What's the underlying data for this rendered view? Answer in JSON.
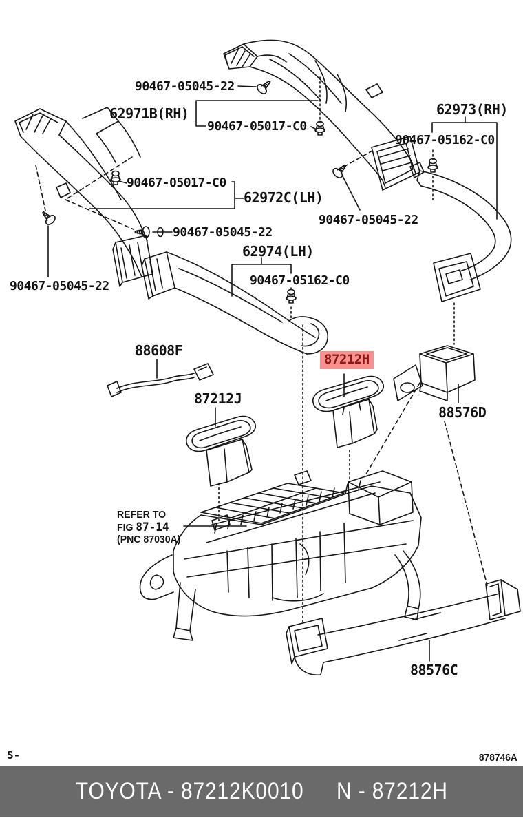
{
  "diagram": {
    "callouts": {
      "screw_top": "90467-05045-22",
      "duct_front_rh": "62971B(RH)",
      "clip_top": "90467-05017-C0",
      "duct_side_rh": "62973(RH)",
      "clip_right": "90467-05162-C0",
      "clip_left": "90467-05017-C0",
      "duct_front_lh": "62972C(LH)",
      "screw_center_left": "90467-05045-22",
      "screw_center_right": "90467-05045-22",
      "duct_center_lh": "62974(LH)",
      "clip_center": "90467-05162-C0",
      "screw_far_left": "90467-05045-22",
      "wire_harness": "88608F",
      "register_highlighted": "87212H",
      "register_left": "87212J",
      "duct_rear_upper": "88576D",
      "duct_rear_lower": "88576C"
    },
    "note": {
      "line1": "REFER TO",
      "line2_prefix": "FIG ",
      "line2_fig": "87-14",
      "line3": "(PNC 87030A)"
    },
    "corner": {
      "left_code": "S-",
      "doc_code": "878746A"
    }
  },
  "footer": {
    "brand_part": "TOYOTA - 87212K0010",
    "ref_part": "N - 87212H"
  },
  "colors": {
    "line": "#161616",
    "highlight_bg": "#f8918d",
    "highlight_text": "#8b1717",
    "footer_bg": "#6a6a6a",
    "footer_text": "#ffffff"
  }
}
